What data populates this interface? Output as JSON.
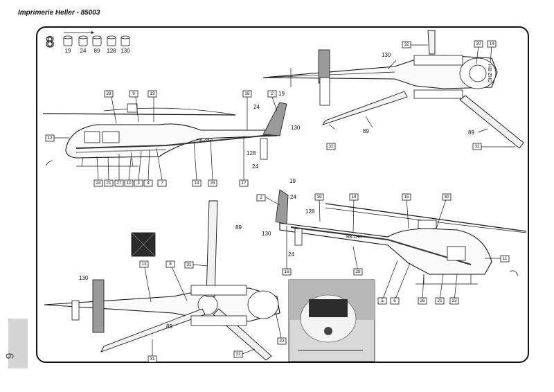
{
  "header": {
    "title": "Imprimerie Heller - 85003"
  },
  "step": {
    "number": "8"
  },
  "paint_legend": [
    "19",
    "24",
    "89",
    "128",
    "130"
  ],
  "side_view_registration": "HB-ZHD",
  "top_view_registration": "HB-ZHD",
  "page_number": "6",
  "callouts": {
    "topview": [
      "32",
      "130",
      "20",
      "14",
      "32",
      "89",
      "89",
      "32"
    ],
    "sideleft": [
      "29",
      "9",
      "13",
      "18",
      "2",
      "19",
      "24",
      "130",
      "12",
      "128",
      "24",
      "24",
      "21",
      "27",
      "10",
      "3",
      "4",
      "7",
      "14",
      "25",
      "17"
    ],
    "sideright": [
      "19",
      "2",
      "24",
      "128",
      "130",
      "24",
      "19",
      "14",
      "15",
      "30",
      "16",
      "28",
      "11",
      "5",
      "6",
      "26",
      "21",
      "23"
    ],
    "bottom": [
      "89",
      "8",
      "13",
      "130",
      "31",
      "89",
      "31",
      "22",
      "31"
    ]
  }
}
